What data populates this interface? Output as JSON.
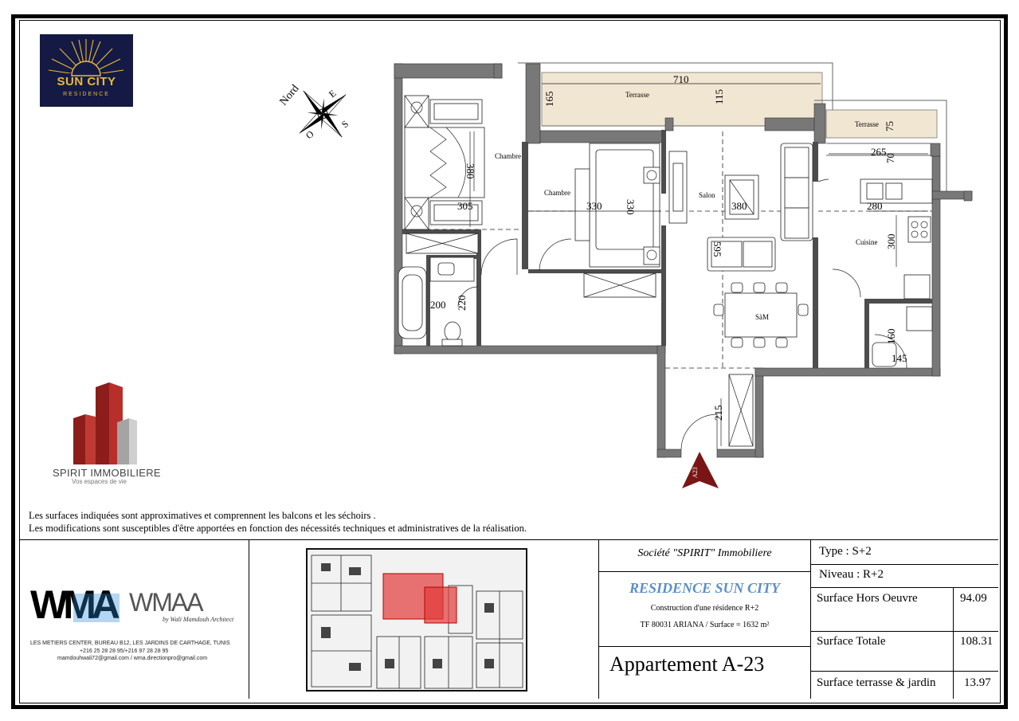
{
  "brand": {
    "sun_city_title": "SUN CITY",
    "sun_city_sub": "RESIDENCE",
    "spirit_name": "SPIRIT IMMOBILIERE",
    "spirit_tagline": "Vos espaces de vie"
  },
  "plan": {
    "compass": {
      "north": "Nord",
      "east": "E",
      "south": "S",
      "west": "O"
    },
    "rooms": {
      "terrasse1": "Terrasse",
      "terrasse2": "Terrasse",
      "chambre1": "Chambre",
      "chambre2": "Chambre",
      "salon": "Salon",
      "cuisine": "Cuisine",
      "sam": "SàM"
    },
    "dims": {
      "d710": "710",
      "d165": "165",
      "d115": "115",
      "d75": "75",
      "d265": "265",
      "d70": "70",
      "d380a": "380",
      "d305": "305",
      "d330a": "330",
      "d330b": "330",
      "d380b": "380",
      "d280": "280",
      "d300": "300",
      "d595": "595",
      "d200": "200",
      "d220": "220",
      "d160": "160",
      "d145": "145",
      "d215": "215"
    },
    "entry_label": "A23"
  },
  "notes": {
    "line1": "Les surfaces indiquées sont approximatives et comprennent les balcons et les séchoirs .",
    "line2": "Les modifications sont susceptibles d'être apportées en fonction des nécessités techniques et administratives de la réalisation."
  },
  "architect": {
    "logo_left": "WMA",
    "logo_right": "WMAA",
    "tagline": "by Wali Mamdouh Architect",
    "address": "LES METIERS CENTER, BUREAU B12, LES JARDINS DE CARTHAGE, TUNIS",
    "phones": "+216 25 28 28 95/+216 97 28 28 95",
    "emails": "mamdouhwali72@gmail.com / wma.directionpro@gmail.com"
  },
  "project": {
    "company": "Société \"SPIRIT\" Immobiliere",
    "residence": "RESIDENCE SUN CITY",
    "construction": "Construction d'une résidence R+2",
    "title_deed": "TF 80031  ARIANA  / Surface = 1632 m²",
    "apartment": "Appartement A-23"
  },
  "specs": {
    "type": "Type :  S+2",
    "level": "Niveau : R+2",
    "rows": [
      {
        "label": "Surface Hors Oeuvre",
        "value": "94.09"
      },
      {
        "label": "Surface Totale",
        "value": "108.31"
      },
      {
        "label": "Surface terrasse & jardin",
        "value": "13.97"
      }
    ]
  },
  "colors": {
    "sun_city_bg": "#151a44",
    "sun_gold": "#e8b93a",
    "terrace_fill": "#f1e6d2",
    "spirit_red": "#b5302e",
    "residence_blue": "#5b8fc7",
    "highlight_red": "#e23b3b"
  }
}
